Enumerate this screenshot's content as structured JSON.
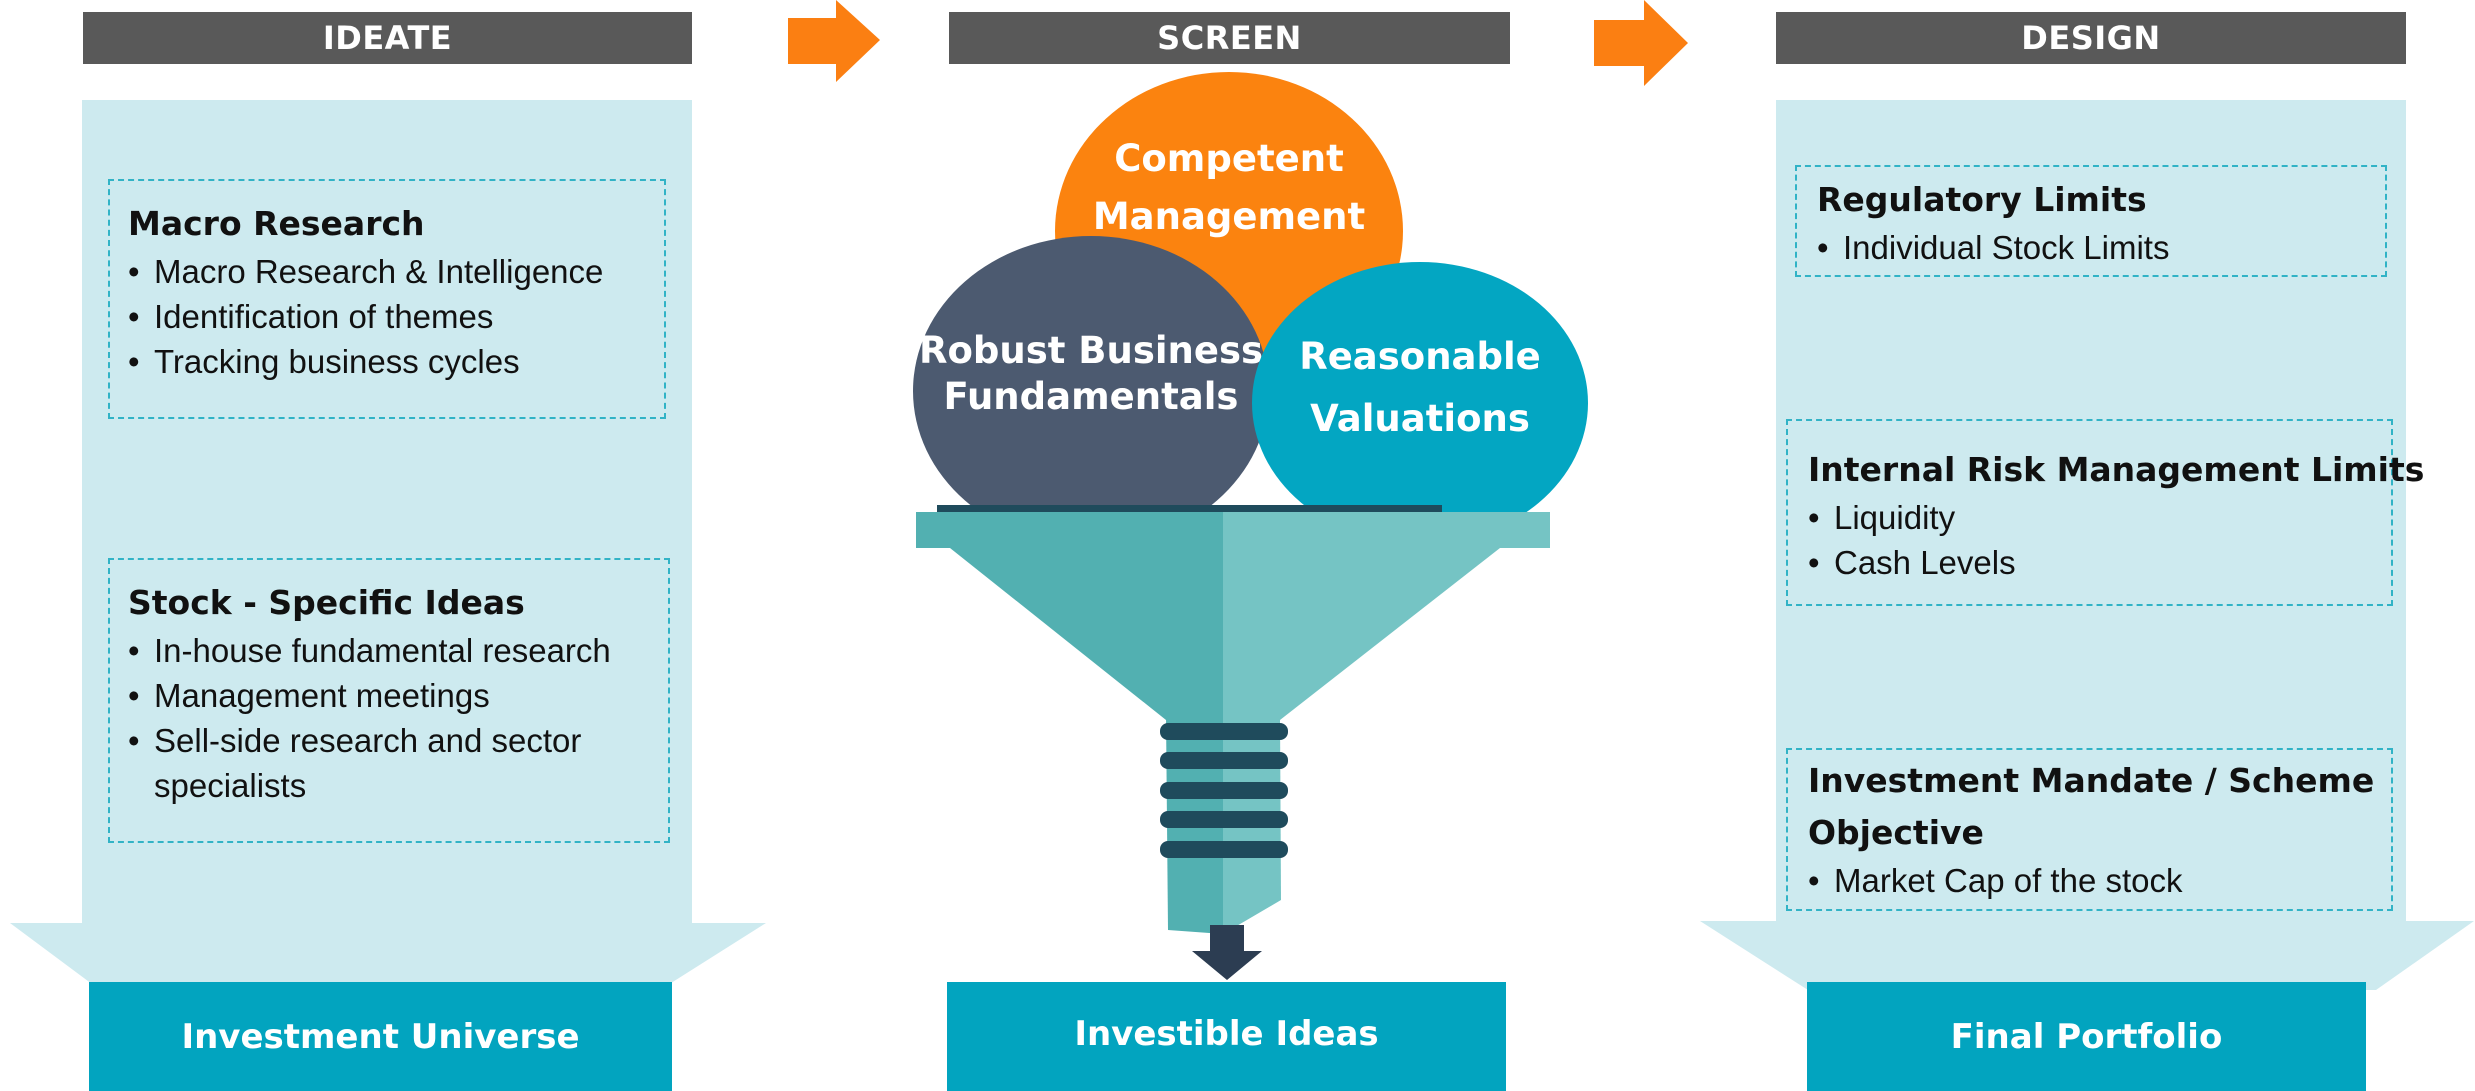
{
  "colors": {
    "header_bg": "#595959",
    "panel_bg": "#cdeaef",
    "dashed_border": "#31b3c6",
    "result_bg": "#02a4bf",
    "arrow_orange": "#fb7f12",
    "circle_orange": "#fb830f",
    "circle_slate": "#4c5a70",
    "circle_teal": "#03a6c2",
    "funnel_dark": "#52b0b1",
    "funnel_light": "#75c4c4",
    "funnel_rings": "#1f4b5c"
  },
  "columns": {
    "ideate": {
      "header": "IDEATE",
      "boxes": [
        {
          "title": "Macro Research",
          "items": [
            "Macro Research & Intelligence",
            "Identification of themes",
            "Tracking business cycles"
          ]
        },
        {
          "title": "Stock - Specific Ideas",
          "items": [
            "In-house fundamental research",
            "Management meetings",
            "Sell-side research and  sector specialists"
          ]
        }
      ],
      "result": "Investment Universe"
    },
    "screen": {
      "header": "SCREEN",
      "circles": {
        "competent": {
          "line1": "Competent",
          "line2": "Management"
        },
        "robust": {
          "line1": "Robust Business",
          "line2": "Fundamentals"
        },
        "reasonable": {
          "line1": "Reasonable",
          "line2": "Valuations"
        }
      },
      "result": "Investible Ideas"
    },
    "design": {
      "header": "DESIGN",
      "boxes": [
        {
          "title": "Regulatory Limits",
          "items": [
            "Individual Stock Limits"
          ]
        },
        {
          "title": "Internal Risk Management Limits",
          "items": [
            "Liquidity",
            "Cash Levels"
          ]
        },
        {
          "title_line1": "Investment Mandate / Scheme",
          "title_line2": "Objective",
          "items": [
            "Market Cap of the stock"
          ]
        }
      ],
      "result": "Final Portfolio"
    }
  }
}
